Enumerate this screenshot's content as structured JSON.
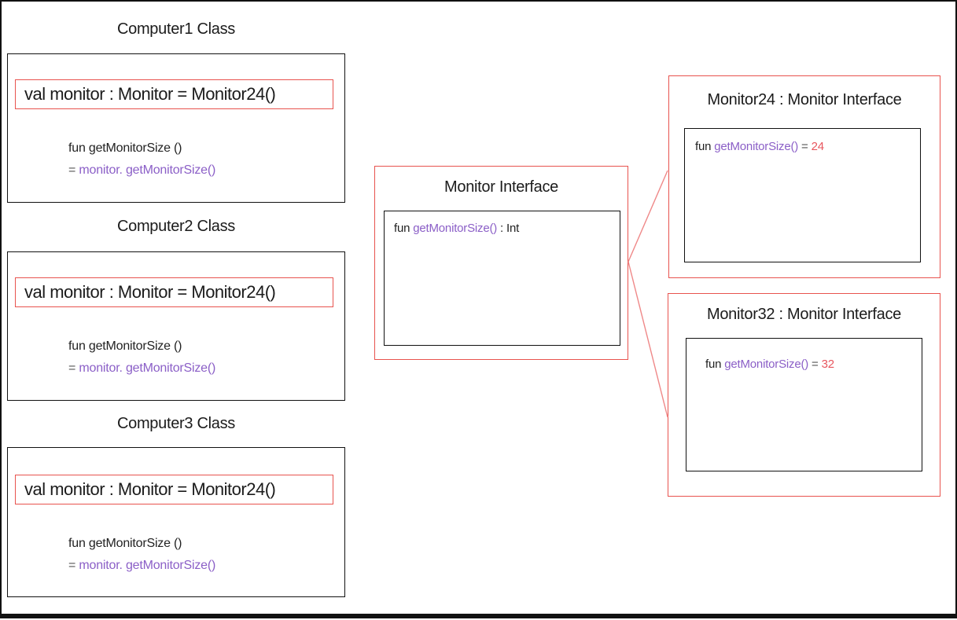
{
  "computers": [
    {
      "title": "Computer1 Class",
      "val_decl": "val monitor : Monitor = Monitor24()",
      "fun_sig": "fun getMonitorSize ()",
      "call_eq": "=",
      "call_expr": "monitor. getMonitorSize()"
    },
    {
      "title": "Computer2 Class",
      "val_decl": "val monitor : Monitor = Monitor24()",
      "fun_sig": "fun getMonitorSize ()",
      "call_eq": "=",
      "call_expr": "monitor. getMonitorSize()"
    },
    {
      "title": "Computer3 Class",
      "val_decl": "val monitor : Monitor = Monitor24()",
      "fun_sig": "fun getMonitorSize ()",
      "call_eq": "=",
      "call_expr": "monitor. getMonitorSize()"
    }
  ],
  "interface": {
    "title": "Monitor Interface",
    "code": {
      "kw": "fun",
      "fn": "getMonitorSize()",
      "tail": ": Int"
    }
  },
  "implementations": [
    {
      "title": "Monitor24 : Monitor Interface",
      "code": {
        "kw": "fun",
        "fn": "getMonitorSize()",
        "eq": "=",
        "value": "24"
      }
    },
    {
      "title": "Monitor32 : Monitor Interface",
      "code": {
        "kw": "fun",
        "fn": "getMonitorSize()",
        "eq": "=",
        "value": "32"
      }
    }
  ],
  "colors": {
    "ink": "#1b1b1b",
    "box_red": "#e8534e",
    "purple": "#8b5fc7",
    "value_red": "#e8565e",
    "eq_gray": "#555555",
    "connector_red": "#ef8888"
  }
}
